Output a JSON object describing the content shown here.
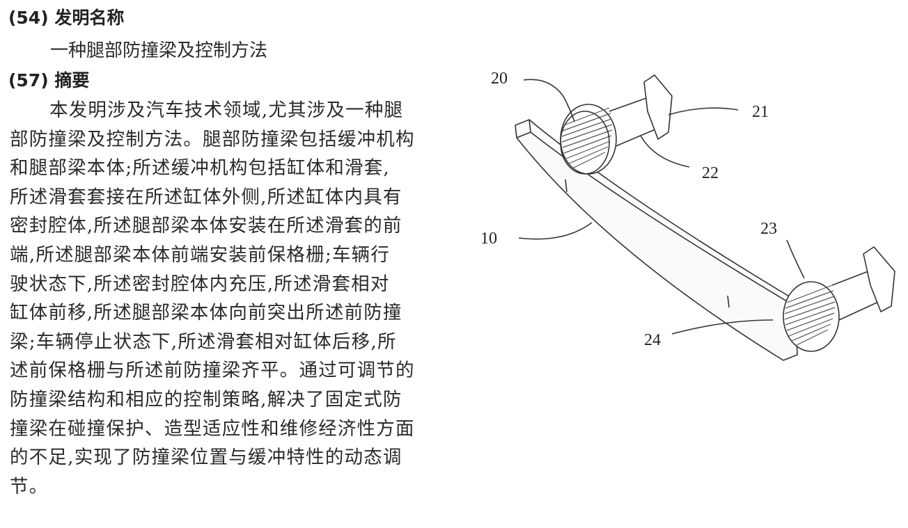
{
  "title_section": {
    "code": "(54)",
    "heading": "发明名称",
    "title": "一种腿部防撞梁及控制方法"
  },
  "abstract_section": {
    "code": "(57)",
    "heading": "摘要",
    "lines": [
      "本发明涉及汽车技术领域,尤其涉及一种腿",
      "部防撞梁及控制方法。腿部防撞梁包括缓冲机构",
      "和腿部梁本体;所述缓冲机构包括缸体和滑套,",
      "所述滑套套接在所述缸体外侧,所述缸体内具有",
      "密封腔体,所述腿部梁本体安装在所述滑套的前",
      "端,所述腿部梁本体前端安装前保格栅;车辆行",
      "驶状态下,所述密封腔体内充压,所述滑套相对",
      "缸体前移,所述腿部梁本体向前突出所述前防撞",
      "梁;车辆停止状态下,所述滑套相对缸体后移,所",
      "述前保格栅与所述前防撞梁齐平。通过可调节的",
      "防撞梁结构和相应的控制策略,解决了固定式防",
      "撞梁在碰撞保护、造型适应性和维修经济性方面",
      "的不足,实现了防撞梁位置与缓冲特性的动态调",
      "节。"
    ]
  },
  "figure": {
    "labels": {
      "l20": "20",
      "l21": "21",
      "l22": "22",
      "l10": "10",
      "l23": "23",
      "l24": "24"
    }
  }
}
